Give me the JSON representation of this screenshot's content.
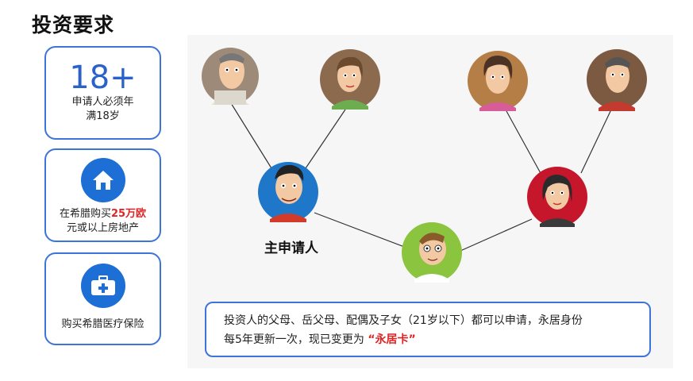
{
  "title": "投资要求",
  "cards": {
    "age": {
      "number": "18+",
      "line1": "申请人必须年",
      "line2": "满18岁"
    },
    "property": {
      "line1_prefix": "在希腊购买",
      "line1_highlight": "25万欧",
      "line2": "元或以上房地产",
      "icon": "house-icon"
    },
    "insurance": {
      "line1": "购买希腊医疗保险",
      "icon": "medical-kit-icon"
    }
  },
  "tree": {
    "main_label": "主申请人"
  },
  "note": {
    "line1": "投资人的父母、岳父母、配偶及子女（21岁以下）都可以申请，永居身份",
    "line2_prefix": "每5年更新一次，现已变更为 ",
    "line2_quote_open": "“",
    "line2_highlight": "永居卡",
    "line2_quote_close": "”"
  },
  "colors": {
    "accent_blue": "#3d74d9",
    "highlight_red": "#e02424",
    "icon_blue": "#1d6fd6"
  }
}
